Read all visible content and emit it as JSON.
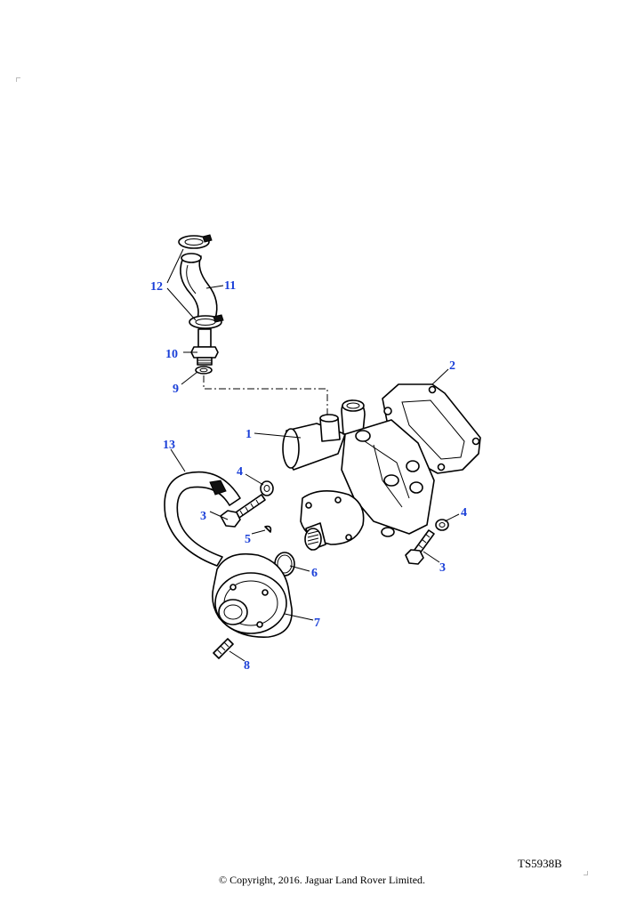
{
  "diagram": {
    "callouts": [
      "1",
      "2",
      "3",
      "3",
      "4",
      "4",
      "5",
      "6",
      "7",
      "8",
      "9",
      "10",
      "11",
      "12",
      "13"
    ],
    "reference_code": "TS5938B",
    "copyright": "© Copyright, 2016. Jaguar Land Rover Limited."
  }
}
